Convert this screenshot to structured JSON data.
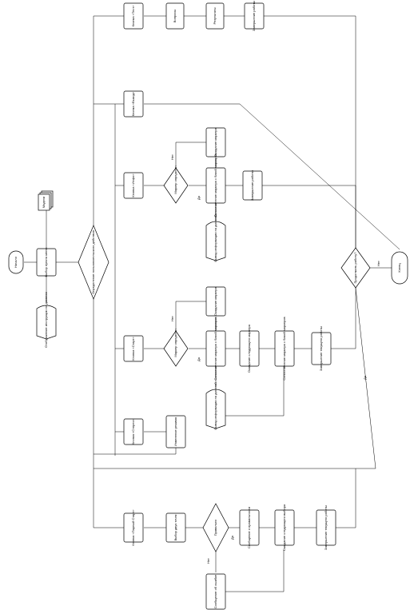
{
  "nodes": {
    "start": "Начало",
    "main_menu": "Выбор пункта меню",
    "models": "Модели",
    "show_instruction": "Отображение инструкции на дисплее",
    "user_choice": "Определение пользовательского действия",
    "btn_test": "Кнопка «Тест»",
    "questions": "Вопросы",
    "results": "Результаты",
    "finish_test": "Завершение работы",
    "btn_exit": "Кнопка «Выход»",
    "btn_info": "Кнопка «Инфо»",
    "marker_q_info": "Маркер определен",
    "wait_marker_info": "Ожидание маркера",
    "compare_info": "Сопоставление маркера с базой маркеров",
    "finish_info": "Завершение работы",
    "display_info_top": "Вывод информации на дисплей",
    "btn_start": "Кнопка «Старт»",
    "marker_q_start": "Маркер определен",
    "wait_marker_start": "Ожидание маркера",
    "compare_start": "Сопоставление маркера с базой маркеров",
    "wait_next_start": "Ожидание следующего маркера",
    "compare_start2": "Сопоставление маркера с базой маркеров",
    "finish_start": "Завершение текущего работы",
    "display_info_mid": "Вывод информации на дисплей",
    "btn_mode": "Кнопка «Стерео»",
    "change_mode": "Изменение режима",
    "continue_q": "Продолжить работу?",
    "end": "Конец",
    "btn_pair": "Кнопка «Парный Старт»",
    "choose_two": "Выбор двух точек",
    "correct_q": "Правильно",
    "msg_correct": "Сообщение о правильности",
    "wait_next_pair": "Ожидание следующего выбора",
    "finish_pair": "Завершение текущего работы",
    "msg_error": "Сообщение об ошибке"
  },
  "edge_labels": {
    "no_info": "Нет",
    "yes_info": "Да",
    "no_start": "Нет",
    "yes_start": "Да",
    "no_continue": "Нет",
    "yes_continue": "Да",
    "yes_pair": "Да",
    "no_pair": "Нет"
  }
}
